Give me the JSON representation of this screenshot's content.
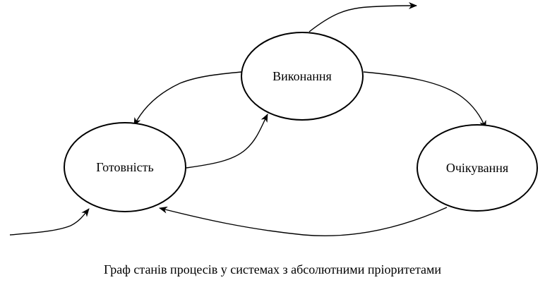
{
  "states": {
    "running": "Виконання",
    "ready": "Готовність",
    "waiting": "Очікування"
  },
  "caption": "Граф станів процесів у системах з абсолютними пріоритетами"
}
